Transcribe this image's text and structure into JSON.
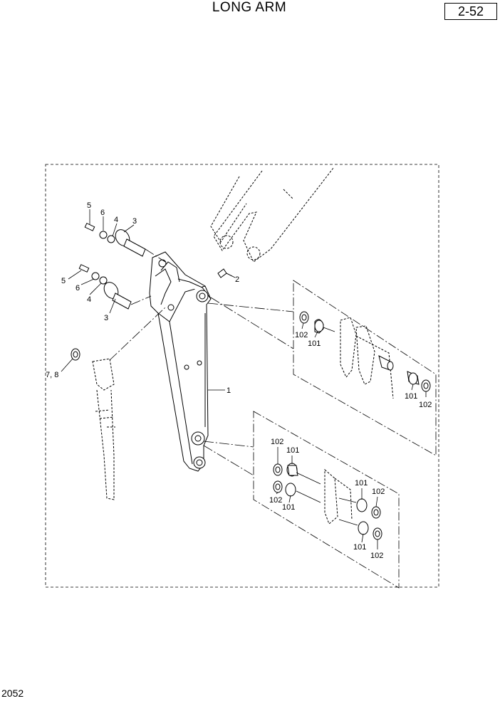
{
  "header": {
    "title": "LONG ARM",
    "page_number": "2-52"
  },
  "footer": {
    "code": "2052"
  },
  "callouts": {
    "arm": "1",
    "grease_fitting": "2",
    "pin_upper": "3",
    "pin_lower": "3",
    "washer_upper": "4",
    "washer_lower": "4",
    "bolt_upper": "5",
    "bolt_lower": "5",
    "lock_washer_upper": "6",
    "lock_washer_lower": "6",
    "cylinder_parts": "7, 8",
    "top_ring_left": "102",
    "top_bush_left": "101",
    "top_bush_right": "101",
    "top_ring_right": "102",
    "low_ring_a": "102",
    "low_bush_a": "101",
    "low_ring_b": "102",
    "low_bush_b": "101",
    "low_bush_c": "101",
    "low_ring_c": "102",
    "low_bush_d": "101",
    "low_ring_d": "102"
  }
}
